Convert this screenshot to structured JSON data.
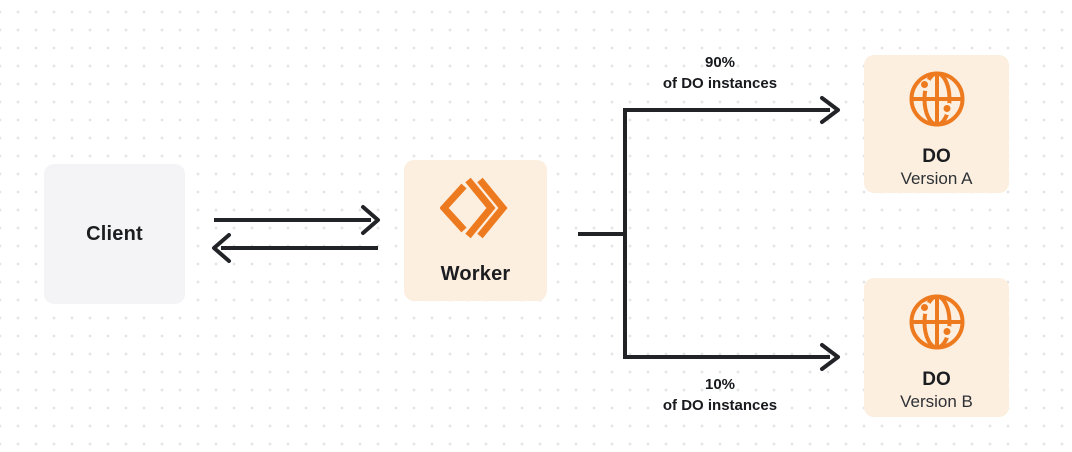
{
  "diagram": {
    "client": {
      "label": "Client"
    },
    "worker": {
      "label": "Worker"
    },
    "do_version_a": {
      "title": "DO",
      "subtitle": "Version A"
    },
    "do_version_b": {
      "title": "DO",
      "subtitle": "Version B"
    },
    "branch_top": {
      "percent": "90%",
      "caption": "of DO instances"
    },
    "branch_bottom": {
      "percent": "10%",
      "caption": "of DO instances"
    }
  },
  "colors": {
    "accent_orange": "#ee7a1f",
    "node_cream": "#fcefdf",
    "node_gray": "#f4f4f6",
    "line_dark": "#212327",
    "dot_grid": "#e4e4e4"
  },
  "icons": {
    "worker_icon": "workers-brackets-icon",
    "do_icon": "globe-icon"
  }
}
